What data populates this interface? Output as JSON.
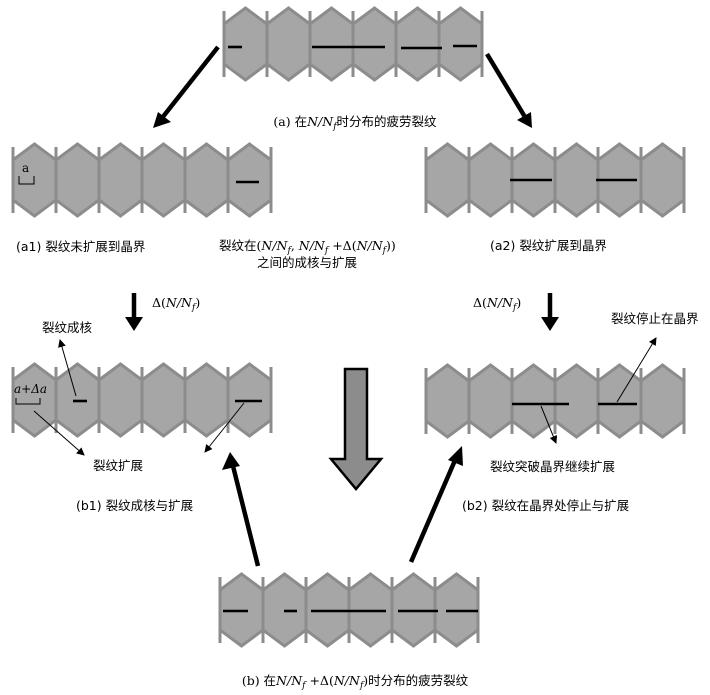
{
  "top": {
    "caption": {
      "prefix": "(a) 在",
      "var": "N/N",
      "sub": "f",
      "suffix": "时分布的疲劳裂纹"
    }
  },
  "a1": {
    "caption": "(a1) 裂纹未扩展到晶界",
    "marker": "a"
  },
  "a2": {
    "caption": "(a2) 裂纹扩展到晶界"
  },
  "interval": {
    "line1": {
      "prefix": "裂纹在(",
      "var1": "N/N",
      "sub1": "f",
      "sep": ", ",
      "var2": "N/N",
      "sub2": "f",
      "mid": " +Δ(",
      "var3": "N/N",
      "sub3": "f",
      "suffix": "))"
    },
    "line2": "之间的成核与扩展"
  },
  "step_left": {
    "prefix": "Δ(",
    "var": "N/N",
    "sub": "f",
    "suffix": ")"
  },
  "step_right": {
    "prefix": "Δ(",
    "var": "N/N",
    "sub": "f",
    "suffix": ")"
  },
  "b1": {
    "caption": "(b1) 裂纹成核与扩展",
    "nucleation": "裂纹成核",
    "growth": "裂纹扩展",
    "marker": "a+Δa"
  },
  "b2": {
    "caption": "(b2) 裂纹在晶界处停止与扩展",
    "stop": "裂纹停止在晶界",
    "breakthrough": "裂纹突破晶界继续扩展"
  },
  "bottom": {
    "caption": {
      "prefix": "(b) 在",
      "var1": "N/N",
      "sub1": "f",
      "mid": " +Δ(",
      "var2": "N/N",
      "sub2": "f",
      "suffix": ")时分布的疲劳裂纹"
    }
  },
  "colors": {
    "grain_fill": "#a6a6a6",
    "grain_border": "#8c8c8c",
    "crack": "#000000",
    "hollow_arrow_fill": "#8c8c8c"
  }
}
